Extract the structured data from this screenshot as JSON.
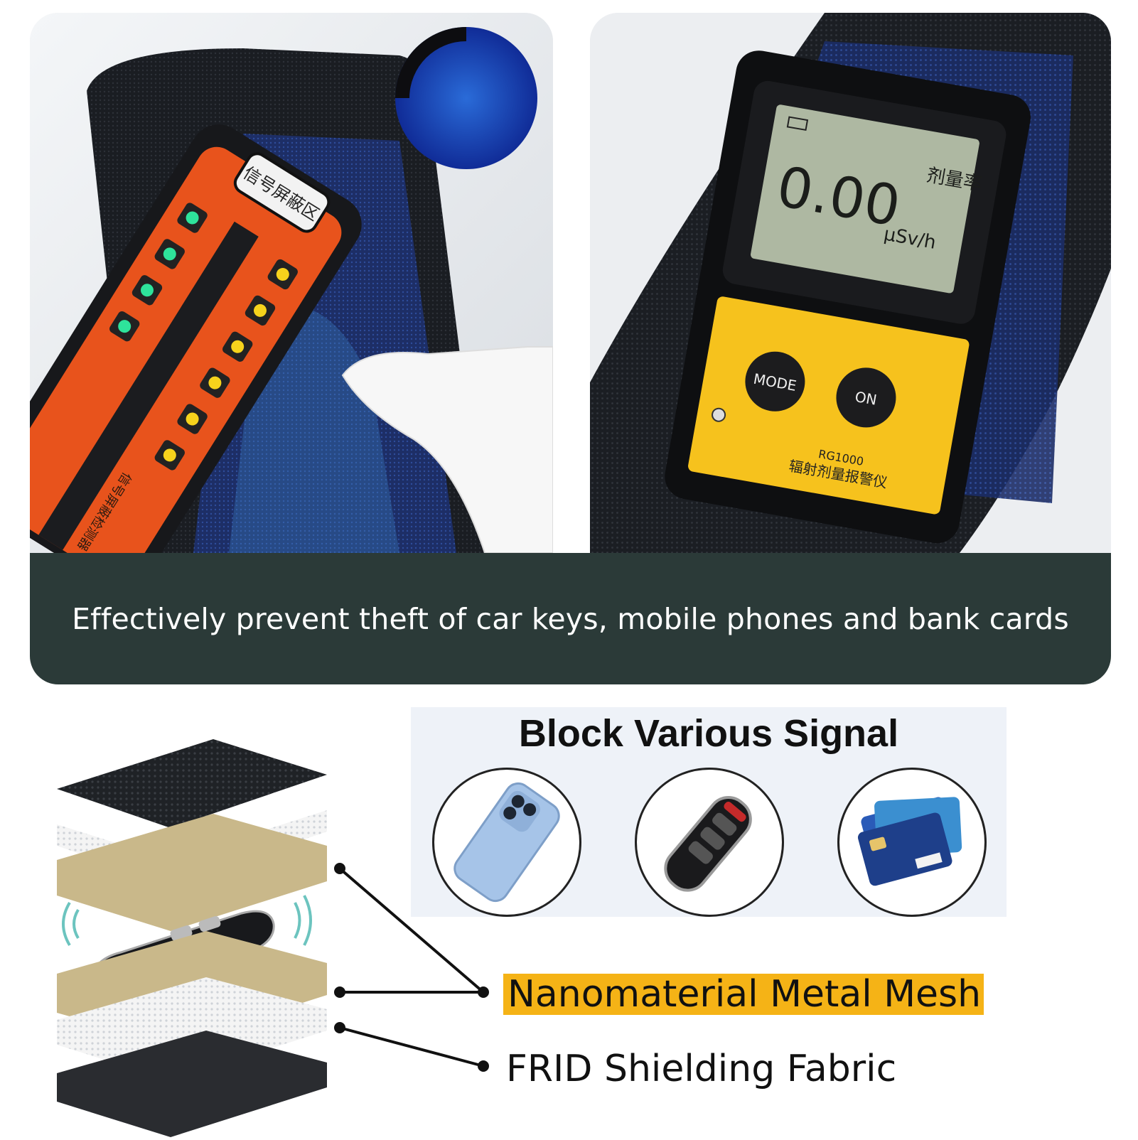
{
  "caption": {
    "text": "Effectively prevent theft of car keys, mobile phones and bank cards"
  },
  "detector_left": {
    "tag_text": "信号屏蔽区",
    "body_text": "信号屏蔽检测器"
  },
  "meter": {
    "reading": "0.00",
    "unit": "μSv/h",
    "mode_label": "剂量率",
    "mode_button": "MODE",
    "on_button": "ON",
    "model": "RG1000",
    "product_name": "辐射剂量报警仪"
  },
  "signal_section": {
    "title": "Block Various Signal",
    "items": [
      "phone-icon",
      "car-key-icon",
      "bank-cards-icon"
    ]
  },
  "layers": {
    "label_mesh": "Nanomaterial Metal Mesh",
    "label_frid": "FRID Shielding Fabric",
    "highlight_color": "#f5b316"
  },
  "colors": {
    "caption_bar": "#2b3a38",
    "meter_yellow": "#f6c21d",
    "detector_orange": "#e8531c"
  }
}
